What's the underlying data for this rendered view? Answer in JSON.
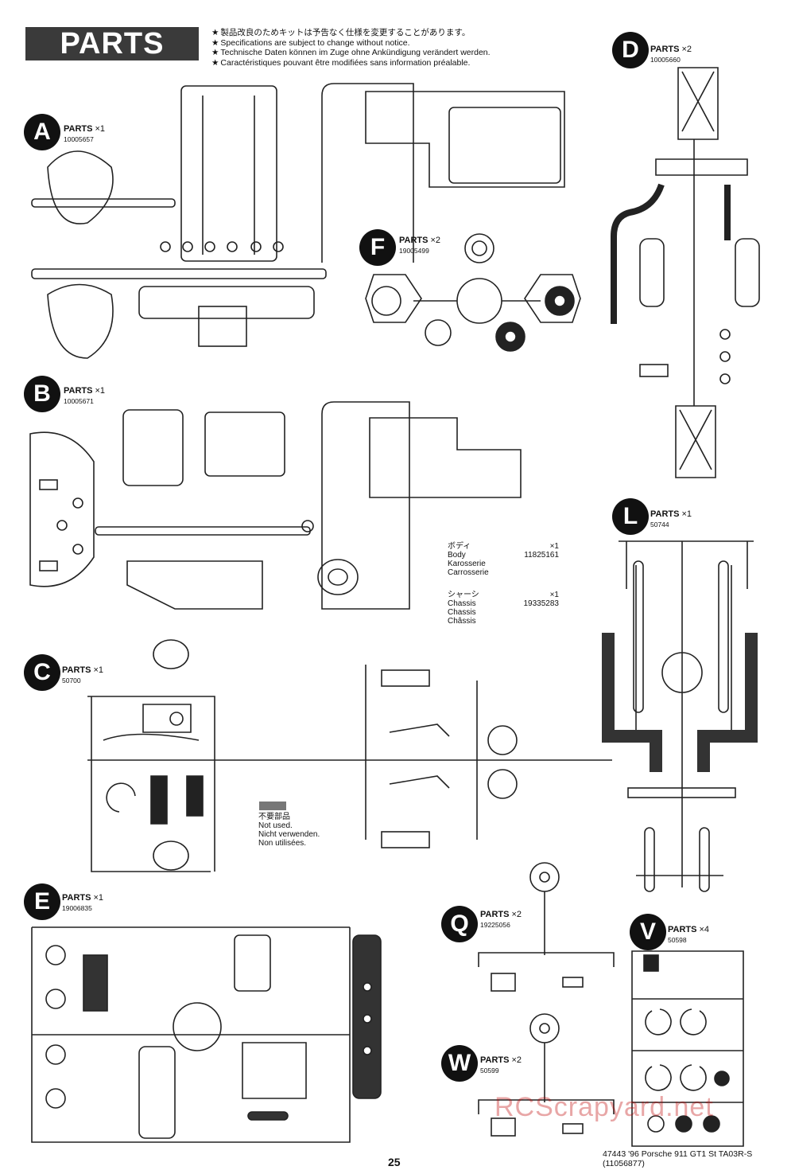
{
  "title": "PARTS",
  "notes": [
    "製品改良のためキットは予告なく仕様を変更することがあります。",
    "Specifications are subject to change without notice.",
    "Technische Daten können im Zuge ohne Ankündigung verändert werden.",
    "Caractéristiques pouvant être modifiées sans information préalable."
  ],
  "sprues": {
    "A": {
      "letter": "A",
      "label": "PARTS",
      "qty": "×1",
      "code": "10005657"
    },
    "B": {
      "letter": "B",
      "label": "PARTS",
      "qty": "×1",
      "code": "10005671"
    },
    "C": {
      "letter": "C",
      "label": "PARTS",
      "qty": "×1",
      "code": "50700"
    },
    "D": {
      "letter": "D",
      "label": "PARTS",
      "qty": "×2",
      "code": "10005660"
    },
    "E": {
      "letter": "E",
      "label": "PARTS",
      "qty": "×1",
      "code": "19006835"
    },
    "F": {
      "letter": "F",
      "label": "PARTS",
      "qty": "×2",
      "code": "19005499"
    },
    "L": {
      "letter": "L",
      "label": "PARTS",
      "qty": "×1",
      "code": "50744"
    },
    "Q": {
      "letter": "Q",
      "label": "PARTS",
      "qty": "×2",
      "code": "19225056"
    },
    "V": {
      "letter": "V",
      "label": "PARTS",
      "qty": "×4",
      "code": "50598"
    },
    "W": {
      "letter": "W",
      "label": "PARTS",
      "qty": "×2",
      "code": "50599"
    }
  },
  "body_parts": {
    "body": {
      "jp": "ボディ",
      "qty": "×1",
      "en": "Body",
      "de": "Karosserie",
      "fr": "Carrosserie",
      "code": "11825161"
    },
    "chassis": {
      "jp": "シャーシ",
      "qty": "×1",
      "en": "Chassis",
      "de": "Chassis",
      "fr": "Châssis",
      "code": "19335283"
    }
  },
  "unused": {
    "jp": "不要部品",
    "en": "Not used.",
    "de": "Nicht verwenden.",
    "fr": "Non utilisées."
  },
  "footer": {
    "page": "25",
    "model": "47443 '96 Porsche 911 GT1 St TA03R-S (11056877)"
  },
  "watermark": "RCScrapyard.net"
}
